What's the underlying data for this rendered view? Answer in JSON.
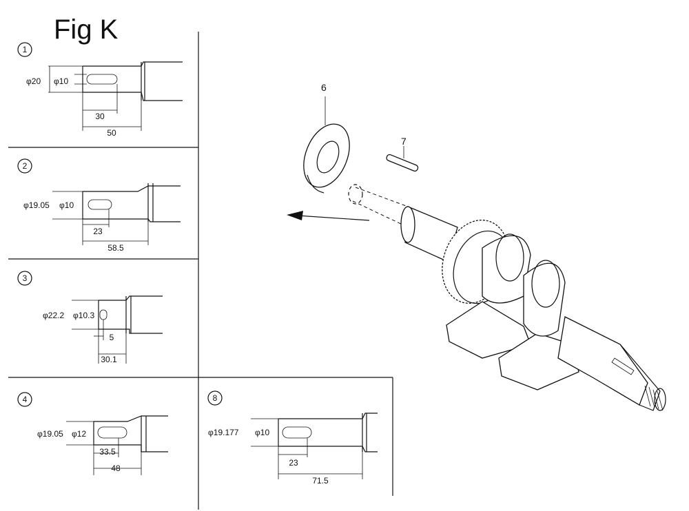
{
  "figure_title": "Fig K",
  "panels": [
    {
      "id": "1",
      "number": "1",
      "outer_dia": "φ20",
      "inner_dia": "φ10",
      "dim_a": "30",
      "dim_b": "50"
    },
    {
      "id": "2",
      "number": "2",
      "outer_dia": "φ19.05",
      "inner_dia": "φ10",
      "dim_a": "23",
      "dim_b": "58.5"
    },
    {
      "id": "3",
      "number": "3",
      "outer_dia": "φ22.2",
      "inner_dia": "φ10.3",
      "dim_a": "5",
      "dim_b": "30.1"
    },
    {
      "id": "4",
      "number": "4",
      "outer_dia": "φ19.05",
      "inner_dia": "φ12",
      "dim_a": "33.5",
      "dim_b": "48"
    },
    {
      "id": "8",
      "number": "8",
      "outer_dia": "φ19.177",
      "inner_dia": "φ10",
      "dim_a": "23",
      "dim_b": "71.5"
    }
  ],
  "callouts": [
    {
      "id": "washer",
      "label": "6"
    },
    {
      "id": "pin",
      "label": "7"
    }
  ]
}
